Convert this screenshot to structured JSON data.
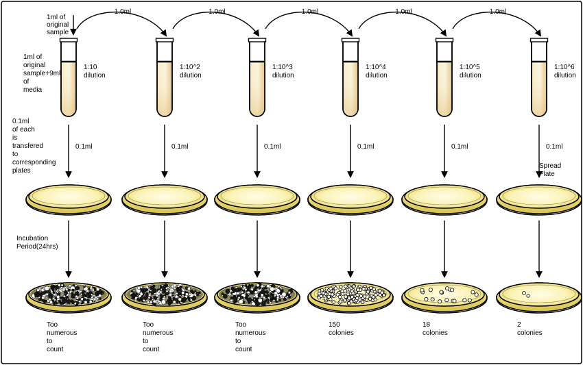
{
  "colors": {
    "liquid_light": "#fbf4dc",
    "liquid_dark": "#e8c98a",
    "agar_light": "#fffbe0",
    "agar_dark": "#e8d86a",
    "ink": "#000000",
    "background": "#ffffff"
  },
  "side_notes": {
    "original_sample": [
      "1ml of",
      "original",
      "sample"
    ],
    "mix": [
      "1ml of",
      "original",
      "sample+9ml",
      "of",
      "media"
    ],
    "transfer": [
      "0.1ml",
      "of each",
      "is",
      "transfered",
      "to",
      "corresponding",
      "plates"
    ],
    "incubation": [
      "Incubation",
      "Period(24hrs)"
    ],
    "spread_plate": [
      "Spread",
      "Plate"
    ]
  },
  "transfer_label": "1.0ml",
  "plate_transfer_label": "0.1ml",
  "columns": [
    {
      "dilution": [
        "1:10",
        "dilution"
      ],
      "result": [
        "Too",
        "numerous",
        "to",
        "count"
      ],
      "colony_level": "tntc"
    },
    {
      "dilution": [
        "1:10^2",
        "dilution"
      ],
      "result": [
        "Too",
        "numerous",
        "to",
        "count"
      ],
      "colony_level": "tntc"
    },
    {
      "dilution": [
        "1:10^3",
        "dilution"
      ],
      "result": [
        "Too",
        "numerous",
        "to",
        "count"
      ],
      "colony_level": "tntc"
    },
    {
      "dilution": [
        "1:10^4",
        "dilution"
      ],
      "result": [
        "150",
        "colonies"
      ],
      "colony_level": "many"
    },
    {
      "dilution": [
        "1:10^5",
        "dilution"
      ],
      "result": [
        "18",
        "colonies"
      ],
      "colony_level": "few"
    },
    {
      "dilution": [
        "1:10^6",
        "dilution"
      ],
      "result": [
        "2",
        "colonies"
      ],
      "colony_level": "two"
    }
  ]
}
